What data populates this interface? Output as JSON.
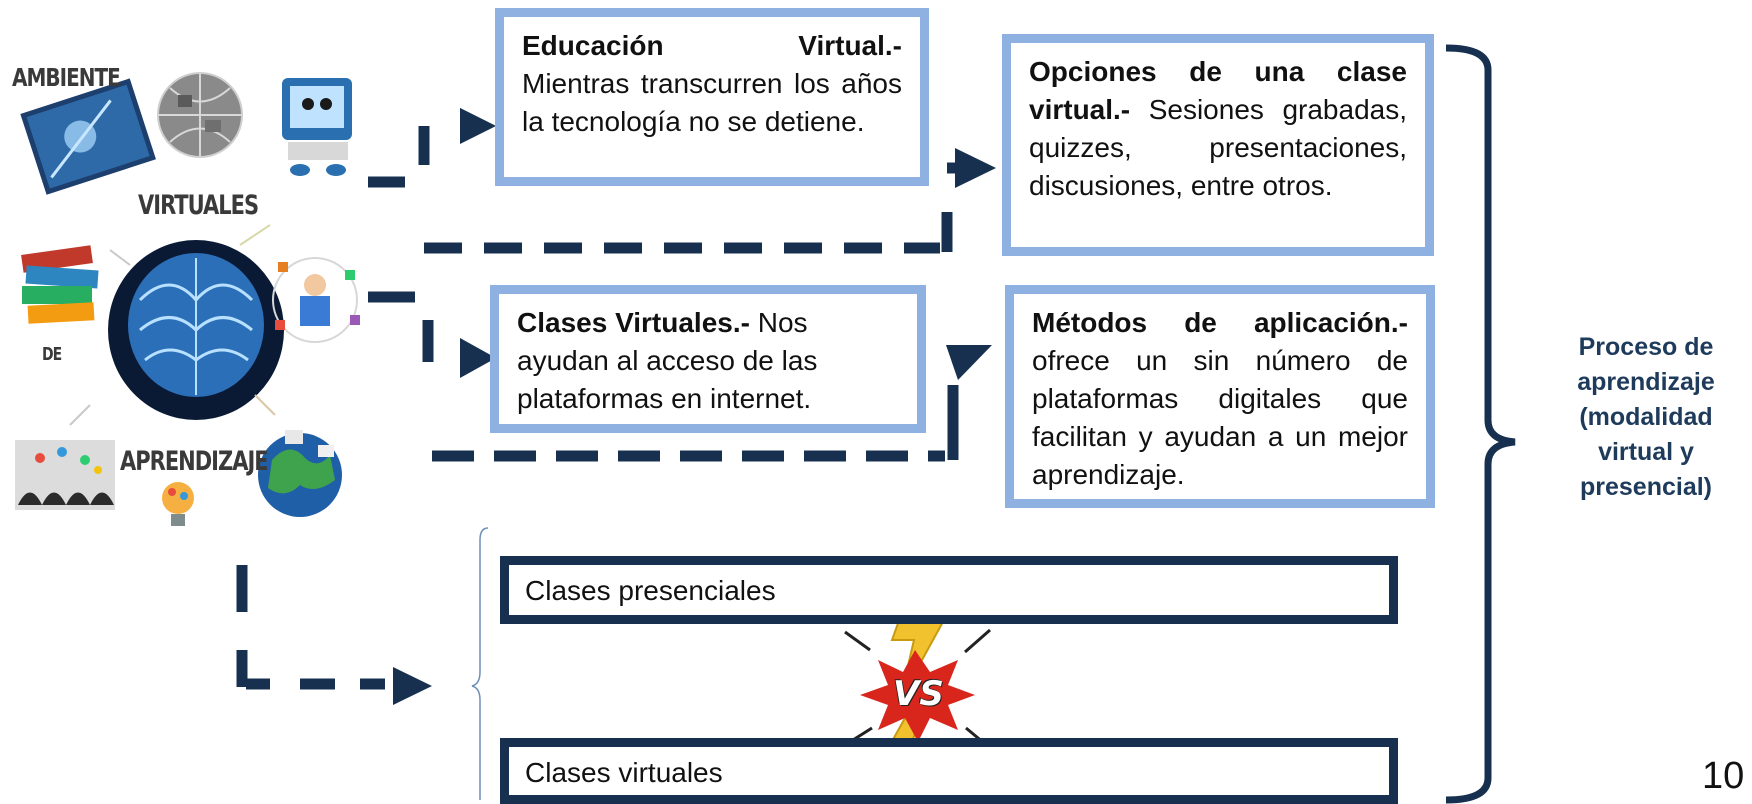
{
  "left_collage": {
    "word1": "AMBIENTE",
    "word2": "VIRTUALES",
    "word3": "DE",
    "word4": "APRENDIZAJE"
  },
  "box_educacion": {
    "title": "Educación Virtual.-",
    "body": "Mientras transcurren los años la tecnología no se detiene."
  },
  "box_opciones": {
    "title": "Opciones de una clase virtual.-",
    "body": "Sesiones grabadas, quizzes, presentaciones, discusiones, entre otros."
  },
  "box_clases_virtuales": {
    "title": "Clases Virtuales.-",
    "body": "Nos ayudan al acceso de las plataformas en internet."
  },
  "box_metodos": {
    "title": "Métodos de aplicación.-",
    "body": "ofrece un sin número de plataformas digitales que facilitan y ayudan a un mejor aprendizaje."
  },
  "comparison": {
    "top": "Clases presenciales",
    "bottom": "Clases virtuales",
    "vs_label": "VS"
  },
  "side_label": "Proceso de aprendizaje (modalidad virtual y presencial)",
  "page_number": "10",
  "colors": {
    "box_border": "#8eb1e1",
    "connector": "#17304f",
    "side_text": "#1f3b5c",
    "lightning": "#f2c12e",
    "vs_burst": "#d9261c"
  }
}
